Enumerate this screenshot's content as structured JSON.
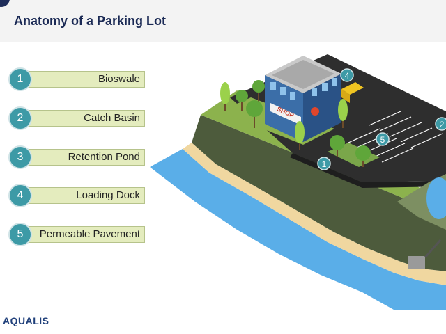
{
  "header": {
    "title": "Anatomy of a Parking Lot"
  },
  "legend": [
    {
      "number": "1",
      "label": "Bioswale"
    },
    {
      "number": "2",
      "label": "Catch Basin"
    },
    {
      "number": "3",
      "label": "Retention Pond"
    },
    {
      "number": "4",
      "label": "Loading Dock"
    },
    {
      "number": "5",
      "label": "Permeable Pavement"
    }
  ],
  "scene": {
    "shop_sign": "SHOP",
    "markers": [
      {
        "number": "1"
      },
      {
        "number": "2"
      },
      {
        "number": "4"
      },
      {
        "number": "5"
      }
    ]
  },
  "footer": {
    "brand": "AQUALIS"
  },
  "colors": {
    "accent": "#3d9aa6",
    "label_bg": "#e4ecbe",
    "title": "#1b2a55",
    "water": "#5aaee8",
    "asphalt": "#2e2e2e",
    "grass": "#7aa64a"
  }
}
